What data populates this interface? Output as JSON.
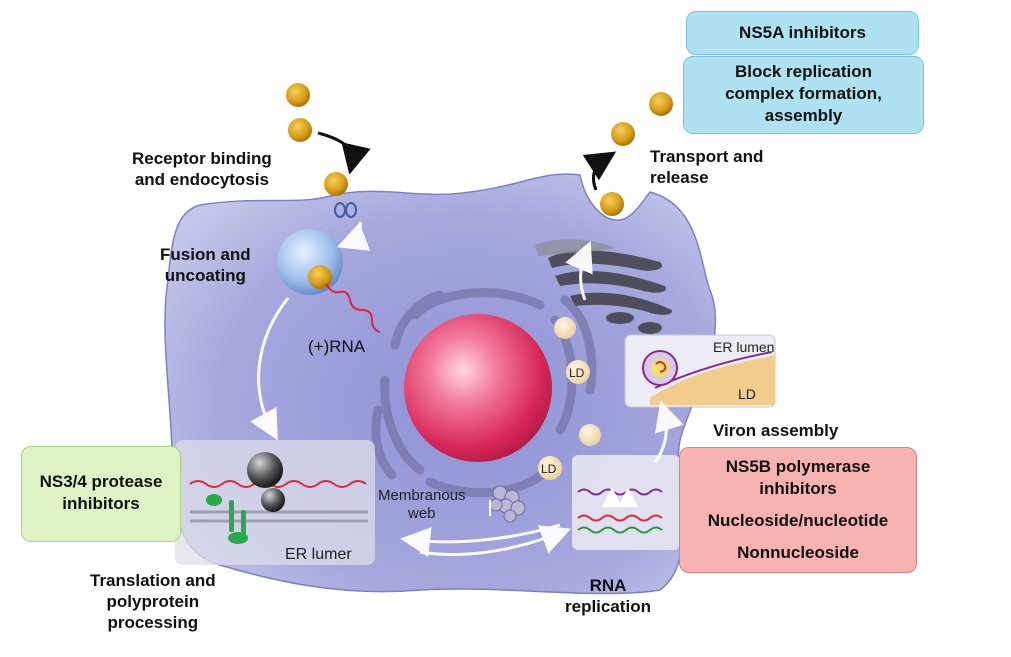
{
  "labels": {
    "receptor": [
      "Receptor binding",
      "and endocytosis"
    ],
    "fusion": [
      "Fusion and",
      "uncoating"
    ],
    "rna_plus": "(+)RNA",
    "transport": [
      "Transport and",
      "release"
    ],
    "membranous": [
      "Membranous",
      "web"
    ],
    "er_lumen_left": "ER lumer",
    "er_lumen_right": "ER lumen",
    "ld_1": "LD",
    "ld_2": "LD",
    "ld_3": "LD",
    "viron_assembly": "Viron assembly",
    "translation": [
      "Translation and",
      "polyprotein",
      "processing"
    ],
    "rna_replication": [
      "RNA",
      "replication"
    ]
  },
  "boxes": {
    "ns5a_title": "NS5A inhibitors",
    "ns5a_desc": [
      "Block replication",
      "complex formation,",
      "assembly"
    ],
    "ns34": [
      "NS3/4 protease",
      "inhibitors"
    ],
    "ns5b": [
      "NS5B polymerase",
      "inhibitors",
      "Nucleoside/nucleotide",
      "Nonnucleoside"
    ]
  },
  "colors": {
    "cell_fill": "#a4a6dc",
    "virion": "#d9a11c",
    "nucleus": "#e2446e",
    "ns5a_box": "#aee2f2",
    "ns34_box": "#dff2c6",
    "ns5b_box": "#f6b3b1",
    "rna_red": "#d8283a"
  }
}
